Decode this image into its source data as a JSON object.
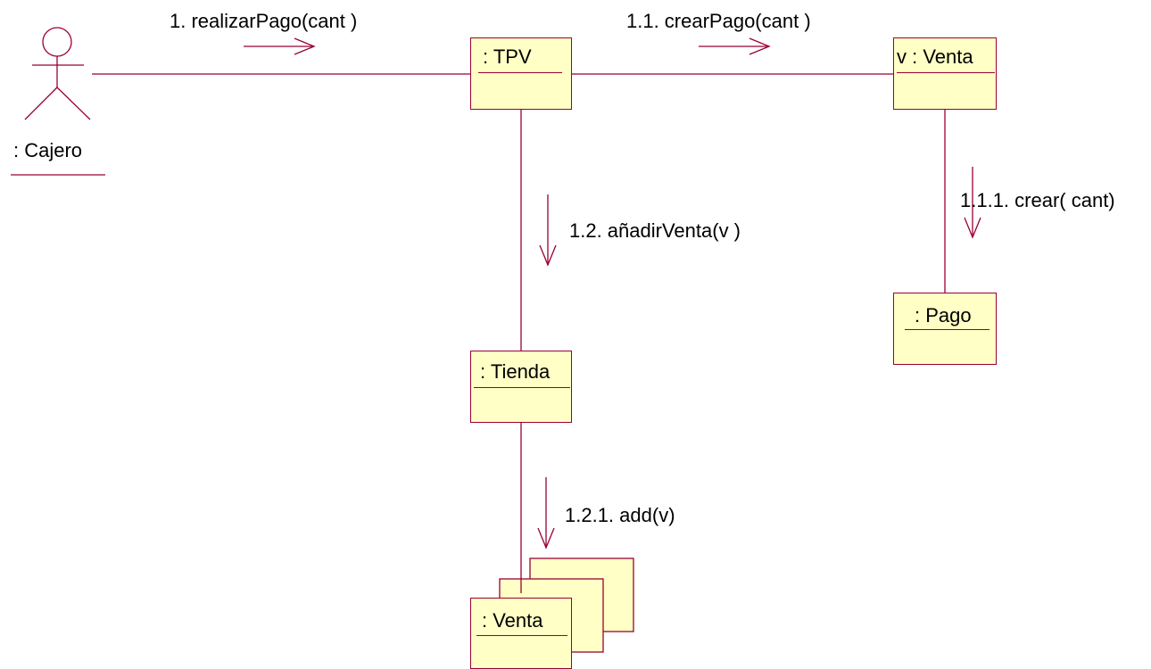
{
  "actor": {
    "name": ": Cajero"
  },
  "objects": {
    "tpv": ": TPV",
    "venta": "v : Venta",
    "pago": ": Pago",
    "tienda": ": Tienda",
    "venta_multi": ": Venta"
  },
  "messages": {
    "m1": "1. realizarPago(cant )",
    "m11": "1.1. crearPago(cant )",
    "m111": "1.1.1. crear( cant)",
    "m12": "1.2. añadirVenta(v )",
    "m121": "1.2.1. add(v)"
  },
  "colors": {
    "line": "#990033",
    "fill": "#ffffc6",
    "text": "#000000"
  }
}
